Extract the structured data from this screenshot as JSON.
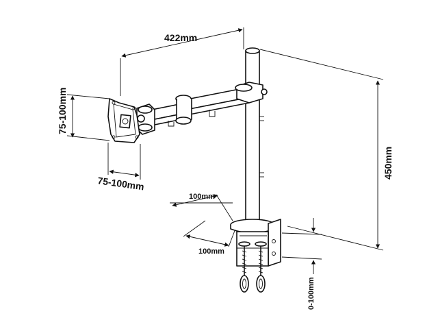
{
  "dimensions": {
    "arm_length": "422mm",
    "pole_height": "450mm",
    "vesa_vertical": "75-100mm",
    "vesa_horizontal": "75-100mm",
    "base_depth": "100mm",
    "base_width": "100mm",
    "clamp_range": "0-100mm"
  }
}
